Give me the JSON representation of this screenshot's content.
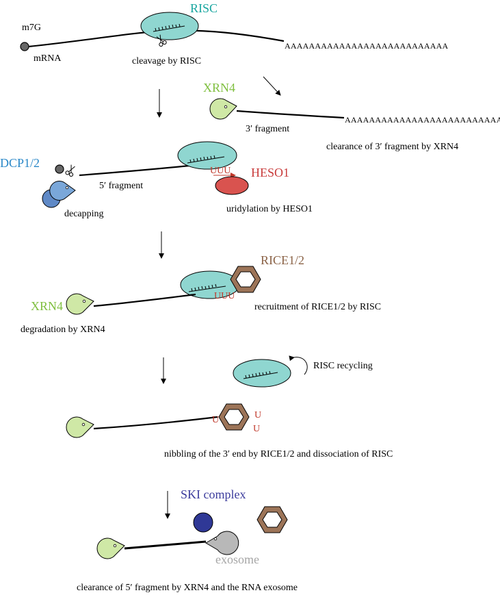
{
  "colors": {
    "risc": "#1aa6a0",
    "risc_fill": "#8fd6d0",
    "xrn4": "#7fbf3f",
    "xrn4_fill": "#cfe8a6",
    "dcp": "#2a88c8",
    "dcp_fill": "#7aa7d9",
    "heso1": "#c83a3a",
    "heso1_fill": "#d9534f",
    "rice": "#8b6347",
    "ski": "#3b3b9c",
    "exosome": "#a6a6a6",
    "uridine": "#c0392b"
  },
  "step1": {
    "m7g": "m7G",
    "mrna": "mRNA",
    "risc": "RISC",
    "cleavage": "cleavage by RISC",
    "polyA": "AAAAAAAAAAAAAAAAAAAAAAAAAAA"
  },
  "step2": {
    "xrn4": "XRN4",
    "fragment3": "3′ fragment",
    "polyA": "AAAAAAAAAAAAAAAAAAAAAAAAAA",
    "clearance": "clearance of 3′ fragment by XRN4"
  },
  "step3": {
    "dcp": "DCP1/2",
    "fragment5": "5′ fragment",
    "decapping": "decapping",
    "uuu": "UUU",
    "heso1": "HESO1",
    "uridylation": "uridylation by HESO1"
  },
  "step4": {
    "rice": "RICE1/2",
    "uuu": "UUU",
    "xrn4": "XRN4",
    "degradation": "degradation by XRN4",
    "recruitment": "recruitment of RICE1/2 by RISC"
  },
  "step5": {
    "recycling": "RISC recycling",
    "u1": "U",
    "u2": "U",
    "u3": "U",
    "nibbling": "nibbling of the 3′ end by RICE1/2 and dissociation of RISC"
  },
  "step6": {
    "ski": "SKI complex",
    "exosome": "exosome",
    "clearance": "clearance of 5′ fragment by XRN4 and the RNA exosome"
  },
  "icons": [
    "scissors-icon",
    "pacman-enzyme-icon",
    "hexagon-icon",
    "ellipse-complex-icon",
    "curved-arrow-icon"
  ]
}
